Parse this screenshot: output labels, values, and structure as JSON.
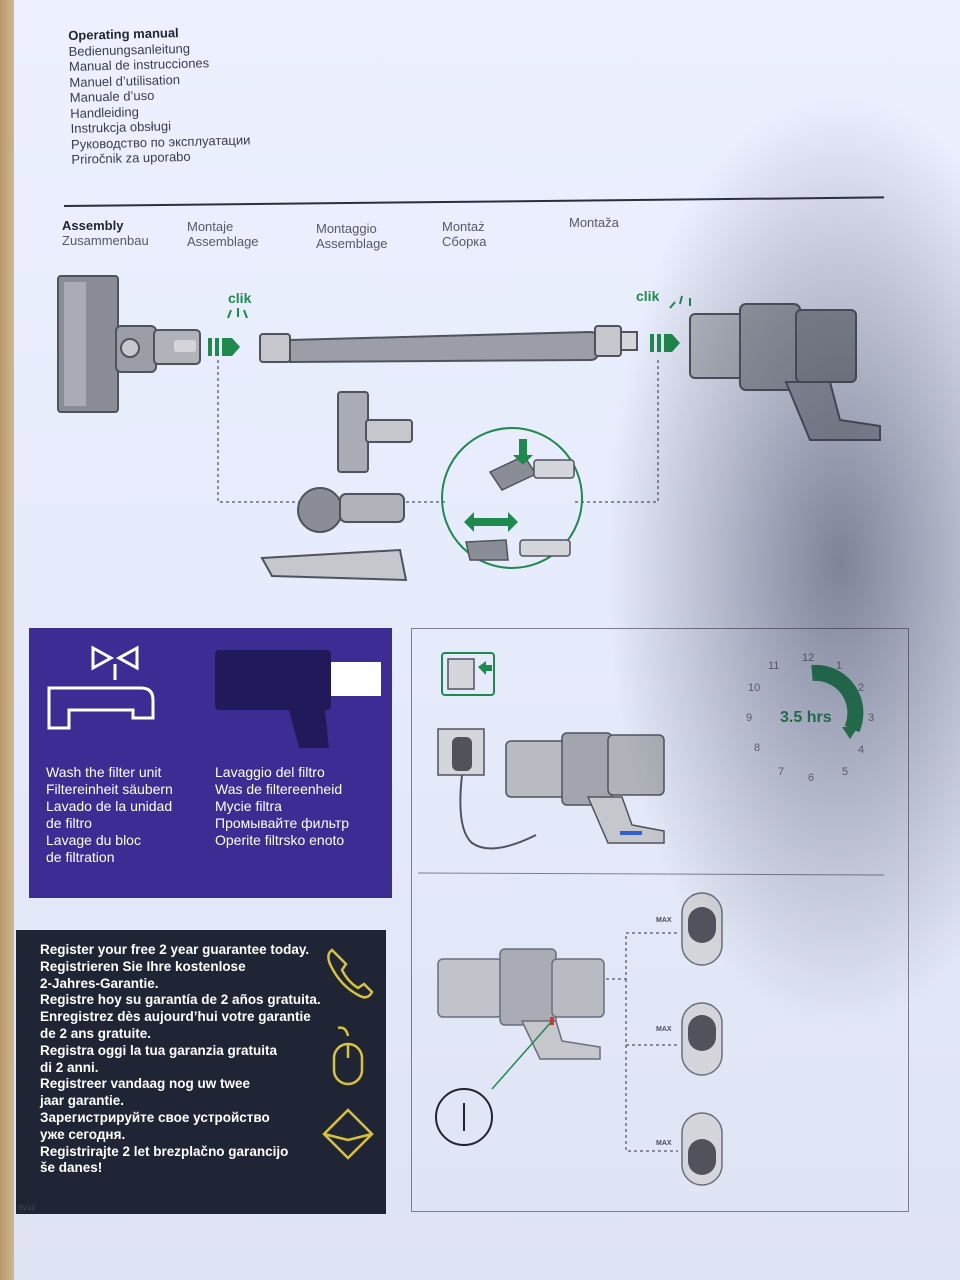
{
  "header": {
    "languages": [
      "Operating manual",
      "Bedienungsanleitung",
      "Manual de instrucciones",
      "Manuel d’utilisation",
      "Manuale d’uso",
      "Handleiding",
      "Instrukcja obsługi",
      "Руководство по эксплуатации",
      "Priročnik za uporabo"
    ]
  },
  "assembly": {
    "headings": [
      [
        "Assembly",
        "Zusammenbau"
      ],
      [
        "Montaje",
        "Assemblage"
      ],
      [
        "Montaggio",
        "Assemblage"
      ],
      [
        "Montaż",
        "Сборка"
      ],
      [
        "Montaža",
        ""
      ]
    ],
    "click_left": "clik",
    "click_right": "clik"
  },
  "wash": {
    "col1": [
      "Wash the filter unit",
      "Filtereinheit säubern",
      "Lavado de la unidad",
      "de filtro",
      "Lavage du bloc",
      "de filtration"
    ],
    "col2": [
      "Lavaggio del filtro",
      "Was de filtereenheid",
      "Mycie filtra",
      "Промывайте фильтр",
      "Operite filtrsko enoto"
    ]
  },
  "register": {
    "lines": [
      "Register your free 2 year guarantee today.",
      "Registrieren Sie Ihre kostenlose",
      "2-Jahres-Garantie.",
      "Registre hoy su garantía de 2 años gratuita.",
      "Enregistrez dès aujourd’hui votre garantie",
      "de 2 ans gratuite.",
      "Registra oggi la tua garanzia gratuita",
      "di 2 anni.",
      "Registreer vandaag nog uw twee",
      "jaar garantie.",
      "Зарегистрируйте свое устройство",
      "уже сегодня.",
      "Registrirajte 2 let brezplačno garancijo",
      "še danes!"
    ],
    "icons": [
      "phone-icon",
      "mouse-icon",
      "envelope-icon"
    ]
  },
  "charging": {
    "time": "3.5 hrs",
    "clock_numbers": [
      "12",
      "1",
      "2",
      "3",
      "4",
      "5",
      "6",
      "7",
      "8",
      "9",
      "10",
      "11"
    ],
    "max_label": "MAX"
  },
  "footer": {
    "model": "SV12"
  },
  "colors": {
    "green": "#1e8a4d",
    "purple": "#3d2c94",
    "navy": "#1f2535",
    "paper": "#e6ebfb"
  }
}
